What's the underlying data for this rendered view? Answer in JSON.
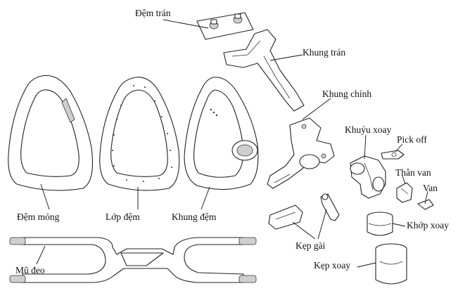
{
  "labels": {
    "dem_tran": "Đệm trán",
    "khung_tran": "Khung trán",
    "khung_chinh": "Khung chính",
    "khuyu_xoay": "Khuỷu xoay",
    "pick_off": "Pick off",
    "than_van": "Thân van",
    "van": "Van",
    "khop_xoay": "Khớp xoay",
    "kep_gai": "Kẹp gài",
    "kep_xoay": "Kẹp xoay",
    "dem_mong": "Đệm mỏng",
    "lop_dem": "Lớp đệm",
    "khung_dem": "Khung đệm",
    "mu_deo": "Mũ đeo"
  }
}
